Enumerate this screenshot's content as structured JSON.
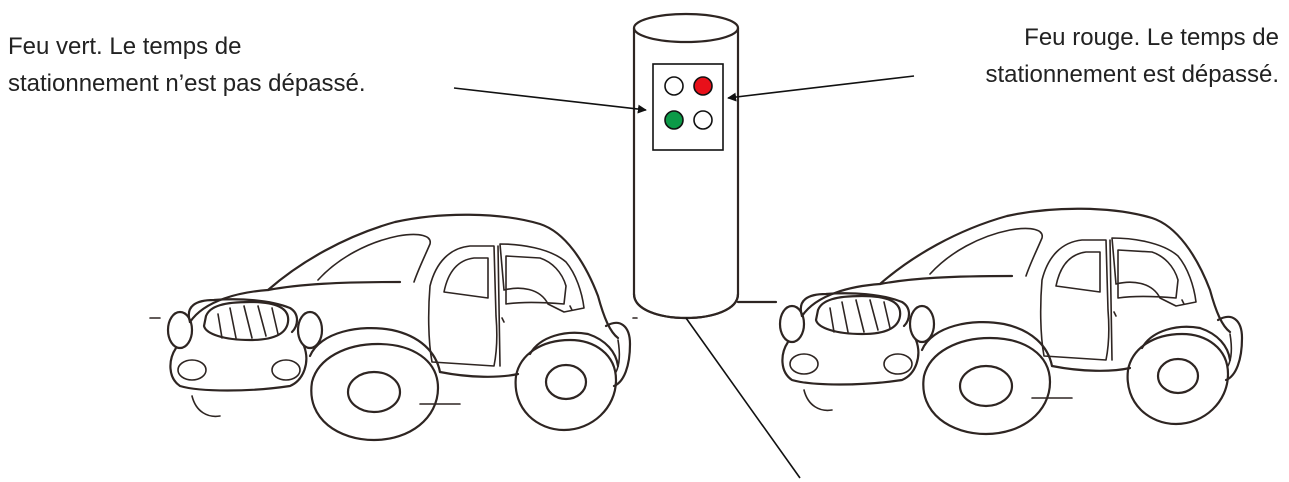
{
  "captions": {
    "green": {
      "line1": "Feu vert. Le temps de",
      "line2": "stationnement n’est pas dépassé."
    },
    "red": {
      "line1": "Feu rouge. Le temps de",
      "line2": "stationnement est dépassé."
    }
  },
  "lights": {
    "red_active": "#e8101a",
    "green_active": "#0c9a48",
    "off": "#ffffff"
  },
  "ink_color": "#2e2522"
}
